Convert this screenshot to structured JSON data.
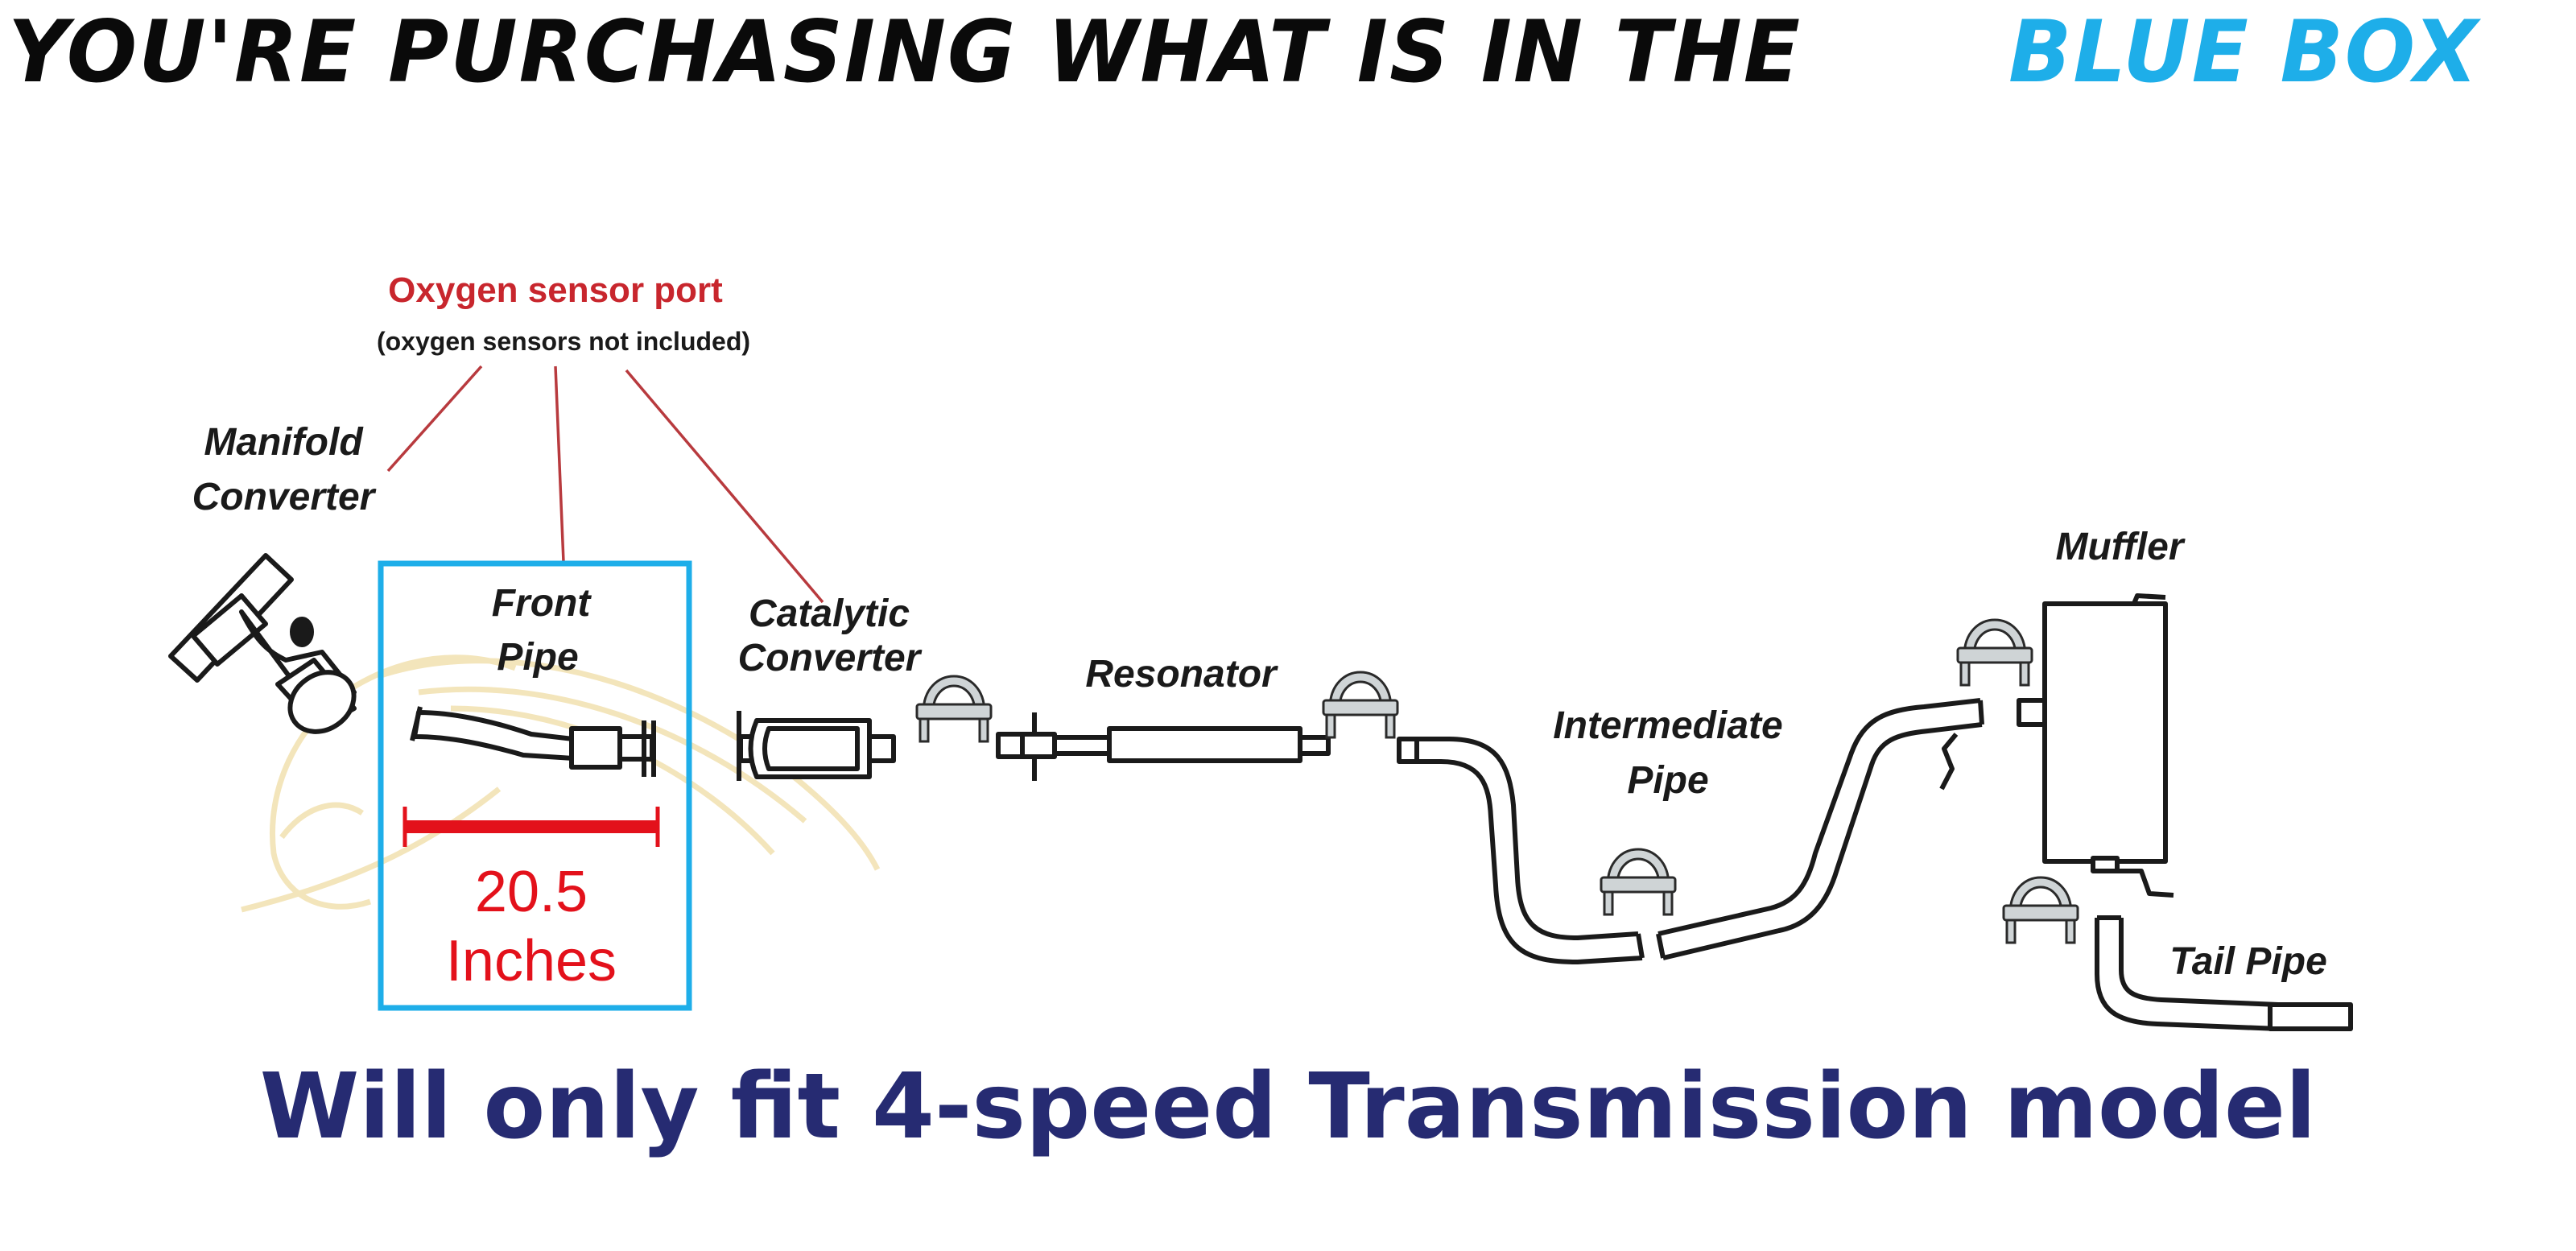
{
  "banner": {
    "prefix": "YOU'RE PURCHASING WHAT IS IN THE",
    "highlight": "BLUE BOX",
    "highlight_color": "#1eaee9"
  },
  "callout": {
    "title": "Oxygen sensor port",
    "note": "(oxygen sensors not included)",
    "color": "#c8262d"
  },
  "parts": {
    "manifold_converter": [
      "Manifold",
      "Converter"
    ],
    "front_pipe": [
      "Front",
      "Pipe"
    ],
    "catalytic_converter": [
      "Catalytic",
      "Converter"
    ],
    "resonator": "Resonator",
    "intermediate_pipe": [
      "Intermediate",
      "Pipe"
    ],
    "muffler": "Muffler",
    "tail_pipe": "Tail Pipe"
  },
  "measurement": {
    "value": "20.5",
    "unit": "Inches",
    "color": "#e3111b"
  },
  "selection_box_color": "#1eaee9",
  "footer": {
    "text": "Will only fit 4-speed Transmission model",
    "color": "#262b72"
  }
}
